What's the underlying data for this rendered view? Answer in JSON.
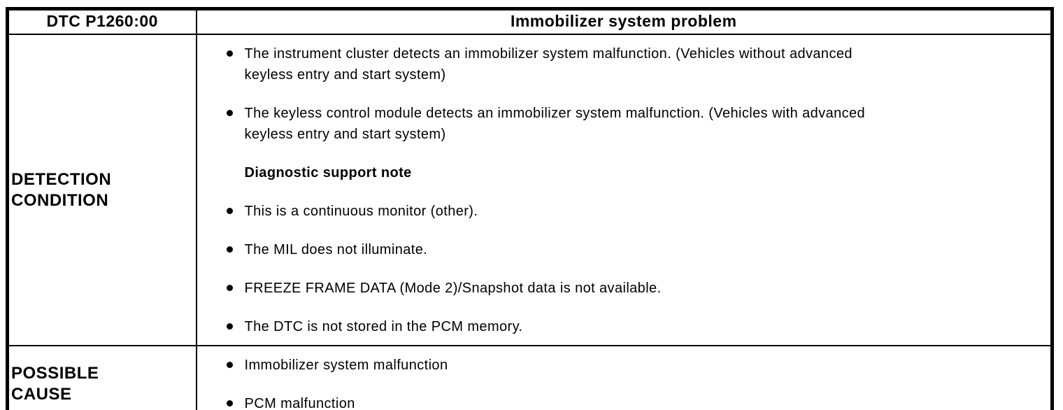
{
  "table": {
    "header": {
      "dtc_label": "DTC P1260:00",
      "title": "Immobilizer system problem"
    },
    "detection": {
      "label": "DETECTION CONDITION",
      "items": [
        {
          "type": "bullet",
          "text": "The instrument cluster detects an immobilizer system malfunction. (Vehicles without advanced keyless entry and start system)"
        },
        {
          "type": "bullet",
          "text": "The keyless control module detects an immobilizer system malfunction. (Vehicles with advanced keyless entry and start system)"
        },
        {
          "type": "heading",
          "text": "Diagnostic support note"
        },
        {
          "type": "bullet",
          "text": "This is a continuous monitor (other)."
        },
        {
          "type": "bullet",
          "text": "The MIL does not illuminate."
        },
        {
          "type": "bullet",
          "text": "FREEZE FRAME DATA (Mode 2)/Snapshot data is not available."
        },
        {
          "type": "bullet",
          "text": "The DTC is not stored in the PCM memory."
        }
      ]
    },
    "possible_cause": {
      "label": "POSSIBLE CAUSE",
      "items": [
        {
          "type": "bullet",
          "text": "Immobilizer system malfunction"
        },
        {
          "type": "bullet",
          "text": "PCM malfunction"
        }
      ]
    }
  },
  "colors": {
    "text": "#000000",
    "border": "#000000",
    "background": "#ffffff"
  }
}
